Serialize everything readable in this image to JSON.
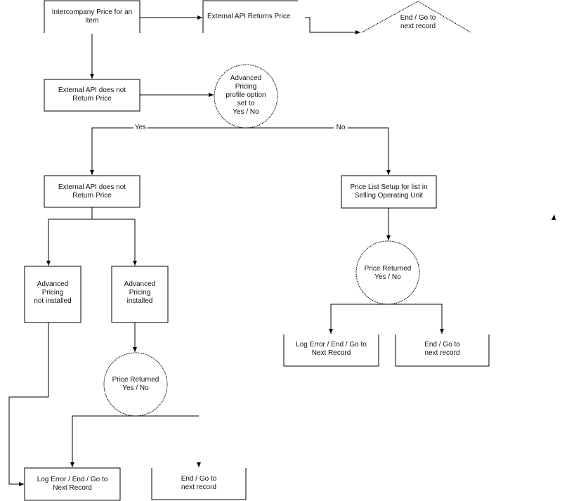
{
  "diagram": {
    "type": "flowchart",
    "nodes": {
      "intercompany_price": "Intercompany Price for an\nitem",
      "api_returns_price": "External API Returns Price",
      "end_top": "End / Go to\nnext record",
      "api_no_price_1": "External API does not\nReturn Price",
      "adv_pricing_profile": "Advanced\nPricing\nprofile option\nset to\nYes / No",
      "api_no_price_2": "External API does not\nReturn Price",
      "price_list_setup": "Price List Setup for list in\nSelling Operating Unit",
      "adv_not_installed": "Advanced\nPricing\nnot installed",
      "adv_installed": "Advanced\nPricing\ninstalled",
      "price_returned_right": "Price Returned\nYes / No",
      "log_error_right": "Log Error / End / Go to\nNext Record",
      "end_right": "End / Go to\nnext record",
      "price_returned_left": "Price Returned\nYes / No",
      "log_error_left": "Log Error / End / Go to\nNext Record",
      "end_bottom": "End / Go to\nnext record"
    },
    "edge_labels": {
      "yes": "Yes",
      "no": "No"
    },
    "edges": [
      [
        "intercompany_price",
        "api_returns_price"
      ],
      [
        "api_returns_price",
        "end_top"
      ],
      [
        "intercompany_price",
        "api_no_price_1"
      ],
      [
        "api_no_price_1",
        "adv_pricing_profile"
      ],
      [
        "adv_pricing_profile",
        "api_no_price_2",
        "Yes"
      ],
      [
        "adv_pricing_profile",
        "price_list_setup",
        "No"
      ],
      [
        "api_no_price_2",
        "adv_not_installed"
      ],
      [
        "api_no_price_2",
        "adv_installed"
      ],
      [
        "price_list_setup",
        "price_returned_right"
      ],
      [
        "price_returned_right",
        "log_error_right"
      ],
      [
        "price_returned_right",
        "end_right"
      ],
      [
        "adv_installed",
        "price_returned_left"
      ],
      [
        "adv_not_installed",
        "log_error_left"
      ],
      [
        "price_returned_left",
        "log_error_left"
      ],
      [
        "price_returned_left",
        "end_bottom"
      ]
    ]
  }
}
